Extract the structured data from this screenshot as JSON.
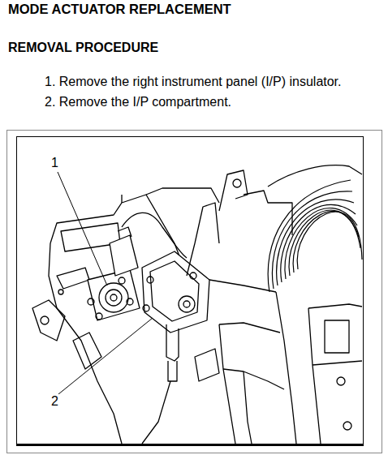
{
  "diagram": {
    "title": "MODE ACTUATOR REPLACEMENT",
    "labels": [
      "REMOVAL PROCEDURE",
      "1. Remove the right instrument panel (I/P) insulator.",
      "2. Remove the I/P compartment.",
      "1",
      "2"
    ]
  }
}
